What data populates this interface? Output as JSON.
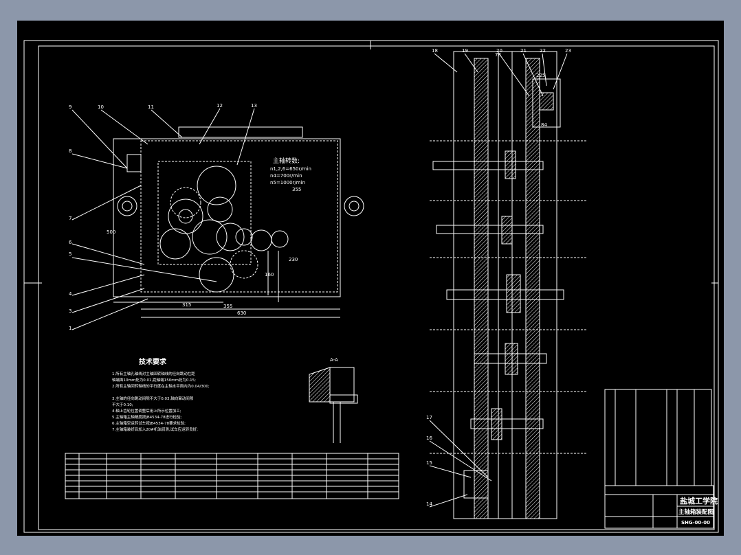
{
  "gear_note": {
    "title": "主轴转数:",
    "lines": [
      "n1,2,6=650r/min",
      "n4=700r/min",
      "n5=1000r/min"
    ]
  },
  "tech_requirements": {
    "title": "技术要求",
    "lines": [
      "1.所有主轴孔轴线对主轴回转轴线的径向跳动在距",
      "轴端面10mm处为0.01,距轴端150mm处为0.15;",
      "2.所有主轴回转轴线的平行度在主轴水平面内为0.04/300;",
      "3.主轴的径向跳动间隙不大于0.03,轴向窜动间隙",
      "不大于0.10;",
      "4.轴上齿轮位置调整后用上所示位置加工;",
      "5.主轴箱主轴精度按JB4534-78进行检验;",
      "6.主轴箱空运转试车按JB4534-78要求检验;",
      "7.主轴箱装好后加入20#机油润滑,试车应运转良好;"
    ]
  },
  "section_label": "A-A",
  "part_numbers_left": [
    "9",
    "10",
    "11",
    "12",
    "13",
    "8",
    "7",
    "6",
    "5",
    "4",
    "3",
    "1"
  ],
  "part_numbers_right": [
    "18",
    "19",
    "20",
    "21",
    "22",
    "23",
    "17",
    "16",
    "15",
    "14"
  ],
  "dimensions": [
    "500",
    "355",
    "315",
    "630",
    "230",
    "160",
    "355",
    "225",
    "78",
    "84"
  ],
  "title_block": {
    "school": "盐城工学院",
    "drawing_name": "主轴箱装配图",
    "drawing_number": "SHG-00-00"
  }
}
